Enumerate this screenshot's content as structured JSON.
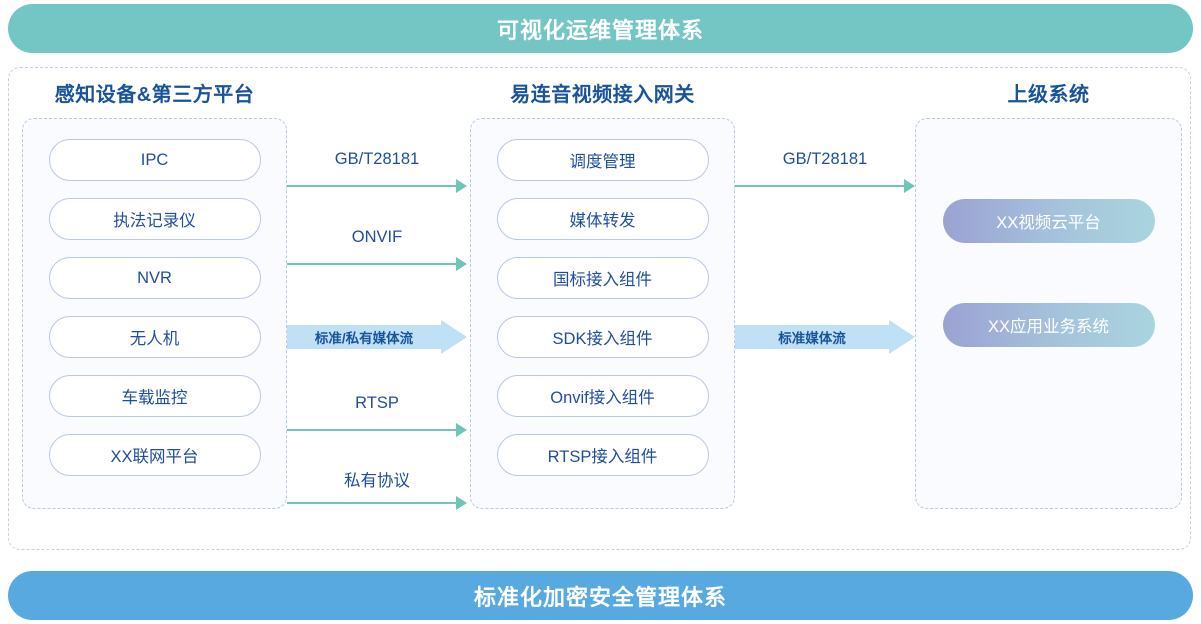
{
  "banners": {
    "top": "可视化运维管理体系",
    "bottom": "标准化加密安全管理体系",
    "top_color": "#74c6c4",
    "bottom_color": "#57a9e0"
  },
  "columns": {
    "left": {
      "title": "感知设备&第三方平台",
      "items": [
        {
          "label": "IPC"
        },
        {
          "label": "执法记录仪"
        },
        {
          "label": "NVR"
        },
        {
          "label": "无人机"
        },
        {
          "label": "车载监控"
        },
        {
          "label": "XX联网平台"
        }
      ]
    },
    "middle": {
      "title": "易连音视频接入网关",
      "items": [
        {
          "label": "调度管理"
        },
        {
          "label": "媒体转发"
        },
        {
          "label": "国标接入组件"
        },
        {
          "label": "SDK接入组件"
        },
        {
          "label": "Onvif接入组件"
        },
        {
          "label": "RTSP接入组件"
        }
      ]
    },
    "right": {
      "title": "上级系统",
      "items": [
        {
          "label": "XX视频云平台"
        },
        {
          "label": "XX应用业务系统"
        }
      ]
    }
  },
  "connectors": {
    "left_to_middle": [
      {
        "label": "GB/T28181",
        "kind": "thin"
      },
      {
        "label": "ONVIF",
        "kind": "thin"
      },
      {
        "label": "标准/私有媒体流",
        "kind": "block"
      },
      {
        "label": "RTSP",
        "kind": "thin"
      },
      {
        "label": "私有协议",
        "kind": "thin"
      }
    ],
    "middle_to_right": [
      {
        "label": "GB/T28181",
        "kind": "thin"
      },
      {
        "label": "标准媒体流",
        "kind": "block"
      }
    ],
    "thin_color": "#6ec6b8",
    "block_color": "#bfe0f5",
    "label_color": "#1f4e9c"
  }
}
